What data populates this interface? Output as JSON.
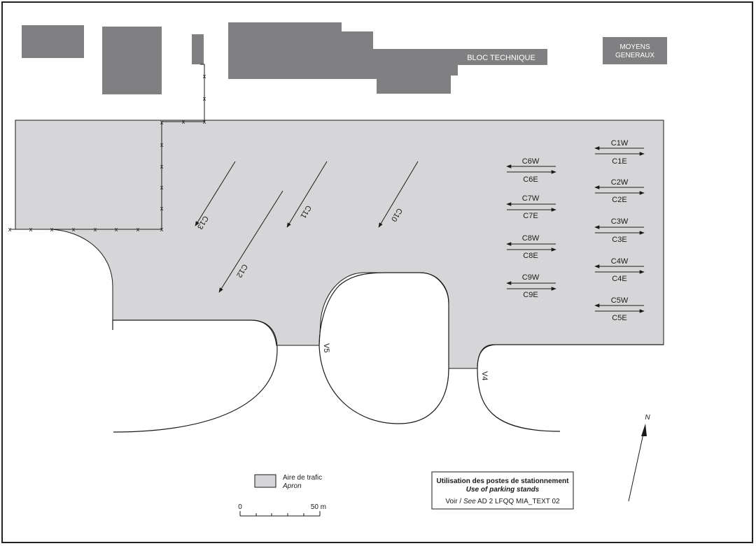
{
  "buildings": {
    "bloc_technique": "BLOC TECHNIQUE",
    "moyens_generaux_line1": "MOYENS",
    "moyens_generaux_line2": "GENERAUX"
  },
  "stands_east": [
    {
      "west": "C1W",
      "east": "C1E"
    },
    {
      "west": "C2W",
      "east": "C2E"
    },
    {
      "west": "C3W",
      "east": "C3E"
    },
    {
      "west": "C4W",
      "east": "C4E"
    },
    {
      "west": "C5W",
      "east": "C5E"
    }
  ],
  "stands_middle": [
    {
      "west": "C6W",
      "east": "C6E"
    },
    {
      "west": "C7W",
      "east": "C7E"
    },
    {
      "west": "C8W",
      "east": "C8E"
    },
    {
      "west": "C9W",
      "east": "C9E"
    }
  ],
  "diagonal_stands": {
    "c10": "C10",
    "c11": "C11",
    "c12": "C12",
    "c13": "C13"
  },
  "taxiways": {
    "v4": "V4",
    "v5": "V5"
  },
  "north": "N",
  "legend": {
    "apron_fr": "Aire de trafic",
    "apron_en": "Apron"
  },
  "scale": {
    "start": "0",
    "end": "50 m"
  },
  "caption": {
    "title_fr": "Utilisation des postes de stationnement",
    "title_en": "Use of parking stands",
    "ref_voir": "Voir / ",
    "ref_see": "See",
    "ref_rest": " AD 2 LFQQ MIA_TEXT 02"
  },
  "colors": {
    "apron": "#d6d6d8",
    "building": "#808082",
    "line": "#1a1a1a"
  }
}
